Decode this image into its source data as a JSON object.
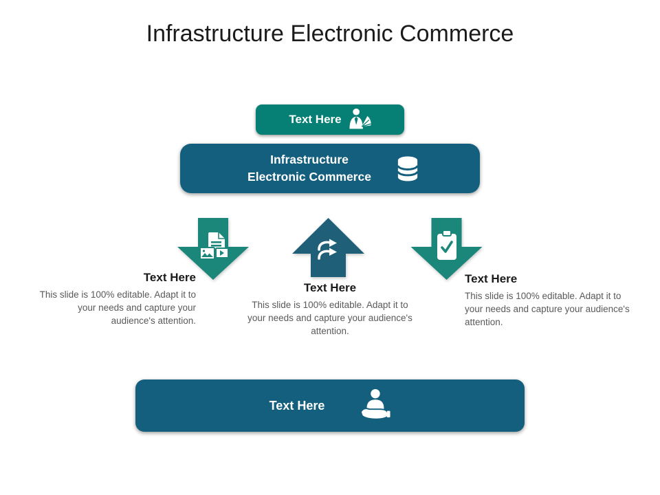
{
  "slide": {
    "title": "Infrastructure Electronic Commerce",
    "colors": {
      "teal_button": "#068075",
      "teal_arrow": "#1B867A",
      "dark_blue": "#145F7E",
      "dark_blue_arrow": "#1F6078",
      "heading_text": "#1a1a1a",
      "body_text": "#595959"
    },
    "top_button": {
      "label": "Text Here",
      "icon": "businessman-money-icon"
    },
    "banner": {
      "line1": "Infrastructure",
      "line2": "Electronic Commerce",
      "icon": "database-icon"
    },
    "steps": [
      {
        "heading": "Text Here",
        "body": "This slide is 100% editable. Adapt it to your needs and capture your audience's attention.",
        "icon": "media-files-icon",
        "arrow_direction": "down"
      },
      {
        "heading": "Text Here",
        "body": "This slide is 100% editable. Adapt it to your needs and capture your audience's attention.",
        "icon": "shuffle-arrows-icon",
        "arrow_direction": "up"
      },
      {
        "heading": "Text Here",
        "body": "This slide is 100% editable. Adapt it to your needs and capture your audience's attention.",
        "icon": "clipboard-check-icon",
        "arrow_direction": "down"
      }
    ],
    "bottom_bar": {
      "label": "Text Here",
      "icon": "hand-holding-person-icon"
    }
  }
}
